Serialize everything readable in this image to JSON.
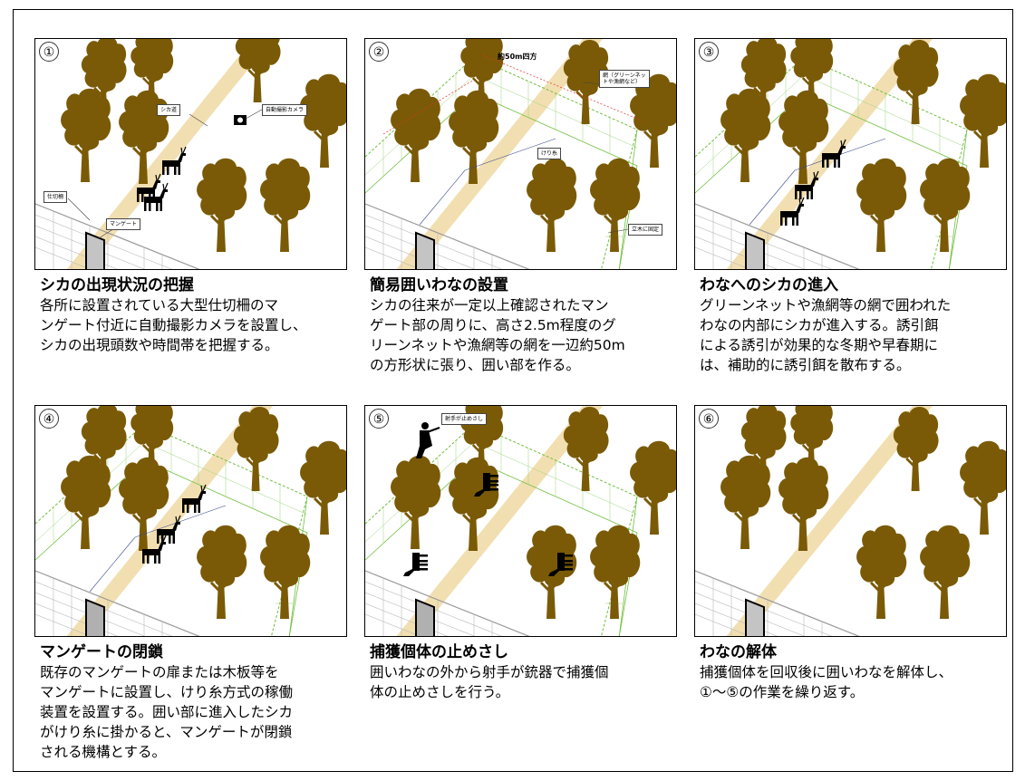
{
  "colors": {
    "tree": "#7a5a06",
    "path": "#f2dfb1",
    "net": "#6fbf3f",
    "fence": "#9a9a9a",
    "door": "#c4c4c4",
    "rope": "#3b4b8c",
    "deer": "#000000"
  },
  "panels": [
    {
      "number": "①",
      "title": "シカの出現状況の把握",
      "body": "各所に設置されている大型仕切柵のマ\nンゲート付近に自動撮影カメラを設置し、\nシカの出現頭数や時間帯を把握する。",
      "callouts": [
        "シカ道",
        "自動撮影カメラ",
        "仕切柵",
        "マンゲート"
      ],
      "icons": [
        "tree-icon",
        "deer-icon",
        "camera-icon",
        "gate-icon"
      ]
    },
    {
      "number": "②",
      "title": "簡易囲いわなの設置",
      "body": "シカの往来が一定以上確認されたマン\nゲート部の周りに、高さ2.5m程度のグ\nリーンネットや漁網等の網を一辺約50m\nの方形状に張り、囲い部を作る。",
      "dimension": "約50m四方",
      "callouts": [
        "網（グリーンネッ\nトや漁網など）",
        "けり糸",
        "立木に固定"
      ],
      "icons": [
        "tree-icon",
        "net-icon",
        "gate-icon"
      ]
    },
    {
      "number": "③",
      "title": "わなへのシカの進入",
      "body": "グリーンネットや漁網等の網で囲われた\nわなの内部にシカが進入する。誘引餌\nによる誘引が効果的な冬期や早春期に\nは、補助的に誘引餌を散布する。",
      "icons": [
        "tree-icon",
        "net-icon",
        "deer-icon"
      ]
    },
    {
      "number": "④",
      "title": "マンゲートの閉鎖",
      "body": "既存のマンゲートの扉または木板等を\nマンゲートに設置し、けり糸方式の稼働\n装置を設置する。囲い部に進入したシカ\nがけり糸に掛かると、マンゲートが閉鎖\nされる機構とする。",
      "icons": [
        "tree-icon",
        "net-icon",
        "deer-icon",
        "gate-closed-icon"
      ]
    },
    {
      "number": "⑤",
      "title": "捕獲個体の止めさし",
      "body": "囲いわなの外から射手が銃器で捕獲個\n体の止めさしを行う。",
      "callouts": [
        "射手が止めさし"
      ],
      "icons": [
        "tree-icon",
        "net-icon",
        "fallen-deer-icon",
        "shooter-icon"
      ]
    },
    {
      "number": "⑥",
      "title": "わなの解体",
      "body": "捕獲個体を回収後に囲いわなを解体し、\n①～⑤の作業を繰り返す。",
      "icons": [
        "tree-icon",
        "gate-icon"
      ]
    }
  ]
}
